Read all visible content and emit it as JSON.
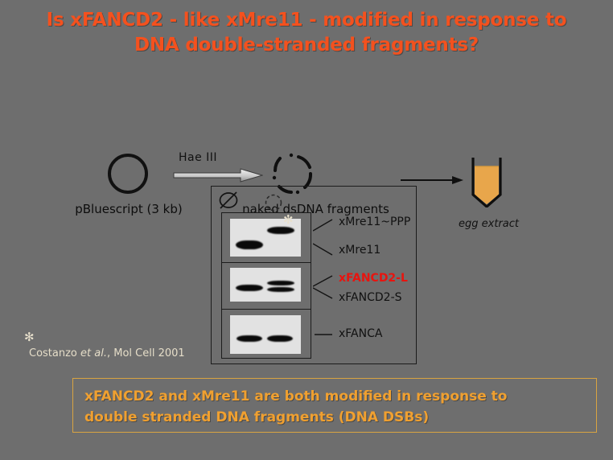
{
  "slide": {
    "background_color": "#6e6e6e",
    "title": {
      "line1": "Is xFANCD2 - like xMre11 - modified in response to",
      "line2": "DNA double-stranded fragments?",
      "color": "#f4511e"
    },
    "schematic": {
      "plasmid_label": "pBluescript (3 kb)",
      "enzyme_label": "Hae III",
      "fragments_label": "naked dsDNA fragments",
      "extract_label": "egg extract",
      "tube_color": "#e8a64b",
      "plasmid_icon": "solid-circle-icon",
      "fragments_icon": "dashed-circle-icon",
      "enzyme_arrow_icon": "block-arrow-right-icon",
      "transfer_arrow_icon": "arrow-right-icon",
      "tube_icon": "test-tube-icon"
    },
    "blot": {
      "lane_headers": [
        {
          "icon": "crossed-circle-icon",
          "meaning": "no DNA"
        },
        {
          "icon": "dashed-circle-icon",
          "meaning": "fragmented DNA"
        }
      ],
      "panels": [
        {
          "name": "xMre11 panel",
          "labels": [
            {
              "text": "xMre11~PPP",
              "color": "#111111",
              "highlight": false
            },
            {
              "text": "xMre11",
              "color": "#111111",
              "highlight": false
            }
          ]
        },
        {
          "name": "xFANCD2 panel",
          "labels": [
            {
              "text": "xFANCD2-L",
              "color": "#e8140f",
              "highlight": true
            },
            {
              "text": "xFANCD2-S",
              "color": "#111111",
              "highlight": false
            }
          ]
        },
        {
          "name": "xFANCA panel",
          "labels": [
            {
              "text": "xFANCA",
              "color": "#111111",
              "highlight": false
            }
          ]
        }
      ],
      "asterisk": "✻"
    },
    "citation": {
      "asterisk": "✻",
      "author": "Costanzo ",
      "italic": "et al.",
      "rest": ", Mol Cell 2001",
      "color": "#e5ddc8"
    },
    "conclusion": {
      "line1": "xFANCD2 and xMre11 are both modified in response to",
      "line2": "double stranded DNA fragments (DNA DSBs)",
      "text_color": "#f0a030",
      "border_color": "#d9a441"
    }
  }
}
